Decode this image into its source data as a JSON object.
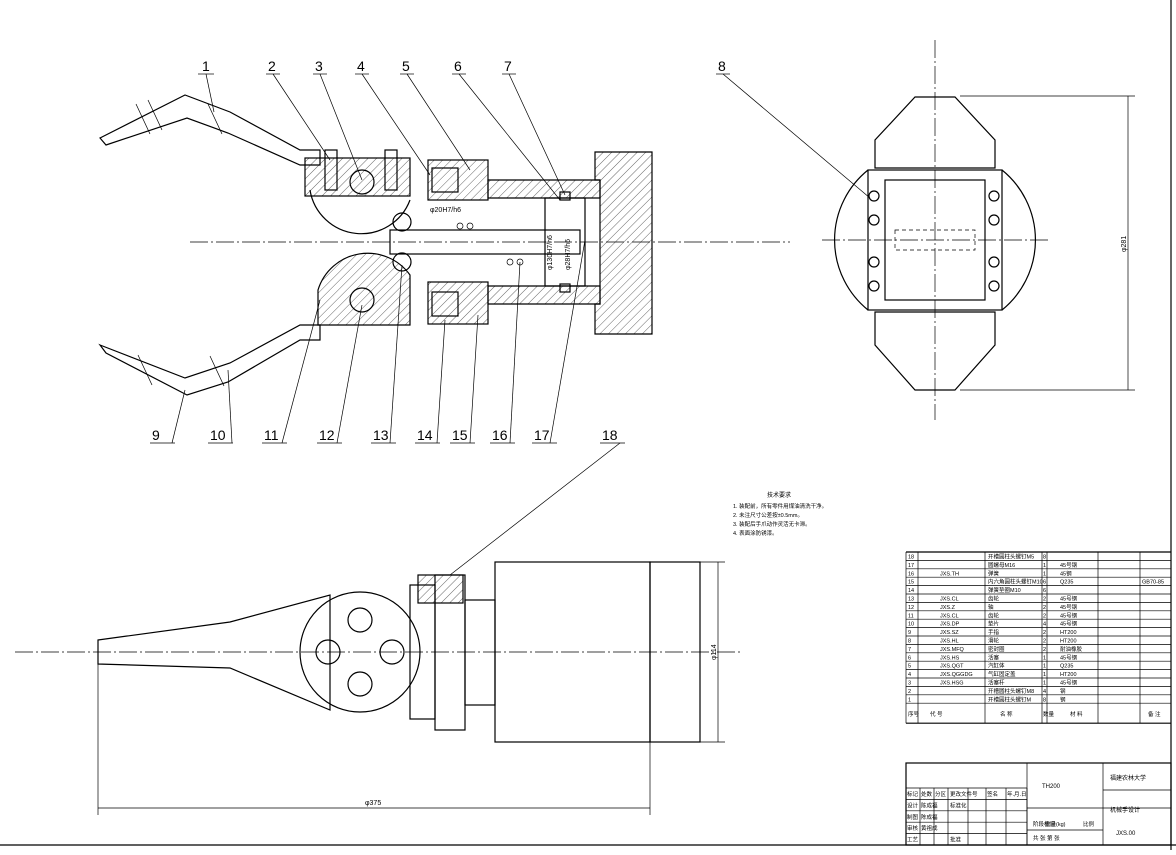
{
  "callouts": [
    "1",
    "2",
    "3",
    "4",
    "5",
    "6",
    "7",
    "8",
    "9",
    "10",
    "11",
    "12",
    "13",
    "14",
    "15",
    "16",
    "17",
    "18"
  ],
  "fit_labels": {
    "fit_a": "φ20H7/h6",
    "fit_b": "φ130H7/h6",
    "fit_c": "φ28H7/h6"
  },
  "dimensions": {
    "height_right": "φ281",
    "height_bottom": "φ114",
    "length_bottom": "φ375"
  },
  "notes": {
    "title": "技术要求",
    "lines": [
      "1. 装配前，所有零件用煤油清洗干净。",
      "2. 未注尺寸公差按±0.5mm。",
      "3. 装配后手爪动作灵活无卡滞。",
      "4. 表面涂防锈漆。"
    ]
  },
  "bom": [
    {
      "no": "18",
      "code": "",
      "name": "开槽圆柱头螺钉M5",
      "qty": "8",
      "material": "",
      "remark": ""
    },
    {
      "no": "17",
      "code": "",
      "name": "圆螺母M16",
      "qty": "1",
      "material": "45号钢",
      "remark": ""
    },
    {
      "no": "16",
      "code": "JXS.TH",
      "name": "弹簧",
      "qty": "1",
      "material": "45钢",
      "remark": ""
    },
    {
      "no": "15",
      "code": "",
      "name": "内六角圆柱头螺钉M10",
      "qty": "6",
      "material": "Q235",
      "remark": "GB70-85"
    },
    {
      "no": "14",
      "code": "",
      "name": "弹簧垫圈M10",
      "qty": "6",
      "material": "",
      "remark": ""
    },
    {
      "no": "13",
      "code": "JXS.CL",
      "name": "齿轮",
      "qty": "2",
      "material": "45号钢",
      "remark": ""
    },
    {
      "no": "12",
      "code": "JXS.Z",
      "name": "轴",
      "qty": "2",
      "material": "45号钢",
      "remark": ""
    },
    {
      "no": "11",
      "code": "JXS.CL",
      "name": "齿轮",
      "qty": "2",
      "material": "45号钢",
      "remark": ""
    },
    {
      "no": "10",
      "code": "JXS.DP",
      "name": "垫片",
      "qty": "4",
      "material": "45号钢",
      "remark": ""
    },
    {
      "no": "9",
      "code": "JXS.SZ",
      "name": "手指",
      "qty": "2",
      "material": "HT200",
      "remark": ""
    },
    {
      "no": "8",
      "code": "JXS.HL",
      "name": "滑轮",
      "qty": "2",
      "material": "HT200",
      "remark": ""
    },
    {
      "no": "7",
      "code": "JXS.MFQ",
      "name": "密封圈",
      "qty": "2",
      "material": "耐油橡胶",
      "remark": ""
    },
    {
      "no": "6",
      "code": "JXS.HS",
      "name": "活塞",
      "qty": "1",
      "material": "45号钢",
      "remark": ""
    },
    {
      "no": "5",
      "code": "JXS.QGT",
      "name": "汽缸体",
      "qty": "1",
      "material": "Q235",
      "remark": ""
    },
    {
      "no": "4",
      "code": "JXS.QGGDG",
      "name": "气缸固定盖",
      "qty": "1",
      "material": "HT200",
      "remark": ""
    },
    {
      "no": "3",
      "code": "JXS.HSG",
      "name": "活塞杆",
      "qty": "1",
      "material": "45号钢",
      "remark": ""
    },
    {
      "no": "2",
      "code": "",
      "name": "开槽圆柱头螺钉M8",
      "qty": "4",
      "material": "钢",
      "remark": ""
    },
    {
      "no": "1",
      "code": "",
      "name": "开槽圆柱头螺钉M",
      "qty": "8",
      "material": "钢",
      "remark": ""
    }
  ],
  "bom_header": {
    "no": "序号",
    "code": "代 号",
    "name": "名 称",
    "qty": "数量",
    "material": "材 料",
    "remark": "备 注"
  },
  "title_block": {
    "drawing_name": "TH200",
    "school": "福建农林大学",
    "project": "机械手设计",
    "drawing_no": "JXS.00",
    "weight_label": "重量(kg)",
    "scale_label": "比例",
    "stage_label": "阶段标记",
    "sheets_label": "共 张 第 张",
    "rows_left": [
      [
        "标记",
        "处数",
        "分区",
        "更改文件号",
        "签名",
        "年.月.日"
      ],
      [
        "设计",
        "陈成福",
        "",
        "标准化",
        "",
        ""
      ],
      [
        "制图",
        "陈成福",
        "",
        "",
        "",
        ""
      ],
      [
        "审核",
        "黄祖成",
        "",
        "",
        "",
        ""
      ],
      [
        "工艺",
        "",
        "",
        "批准",
        "",
        ""
      ]
    ]
  }
}
